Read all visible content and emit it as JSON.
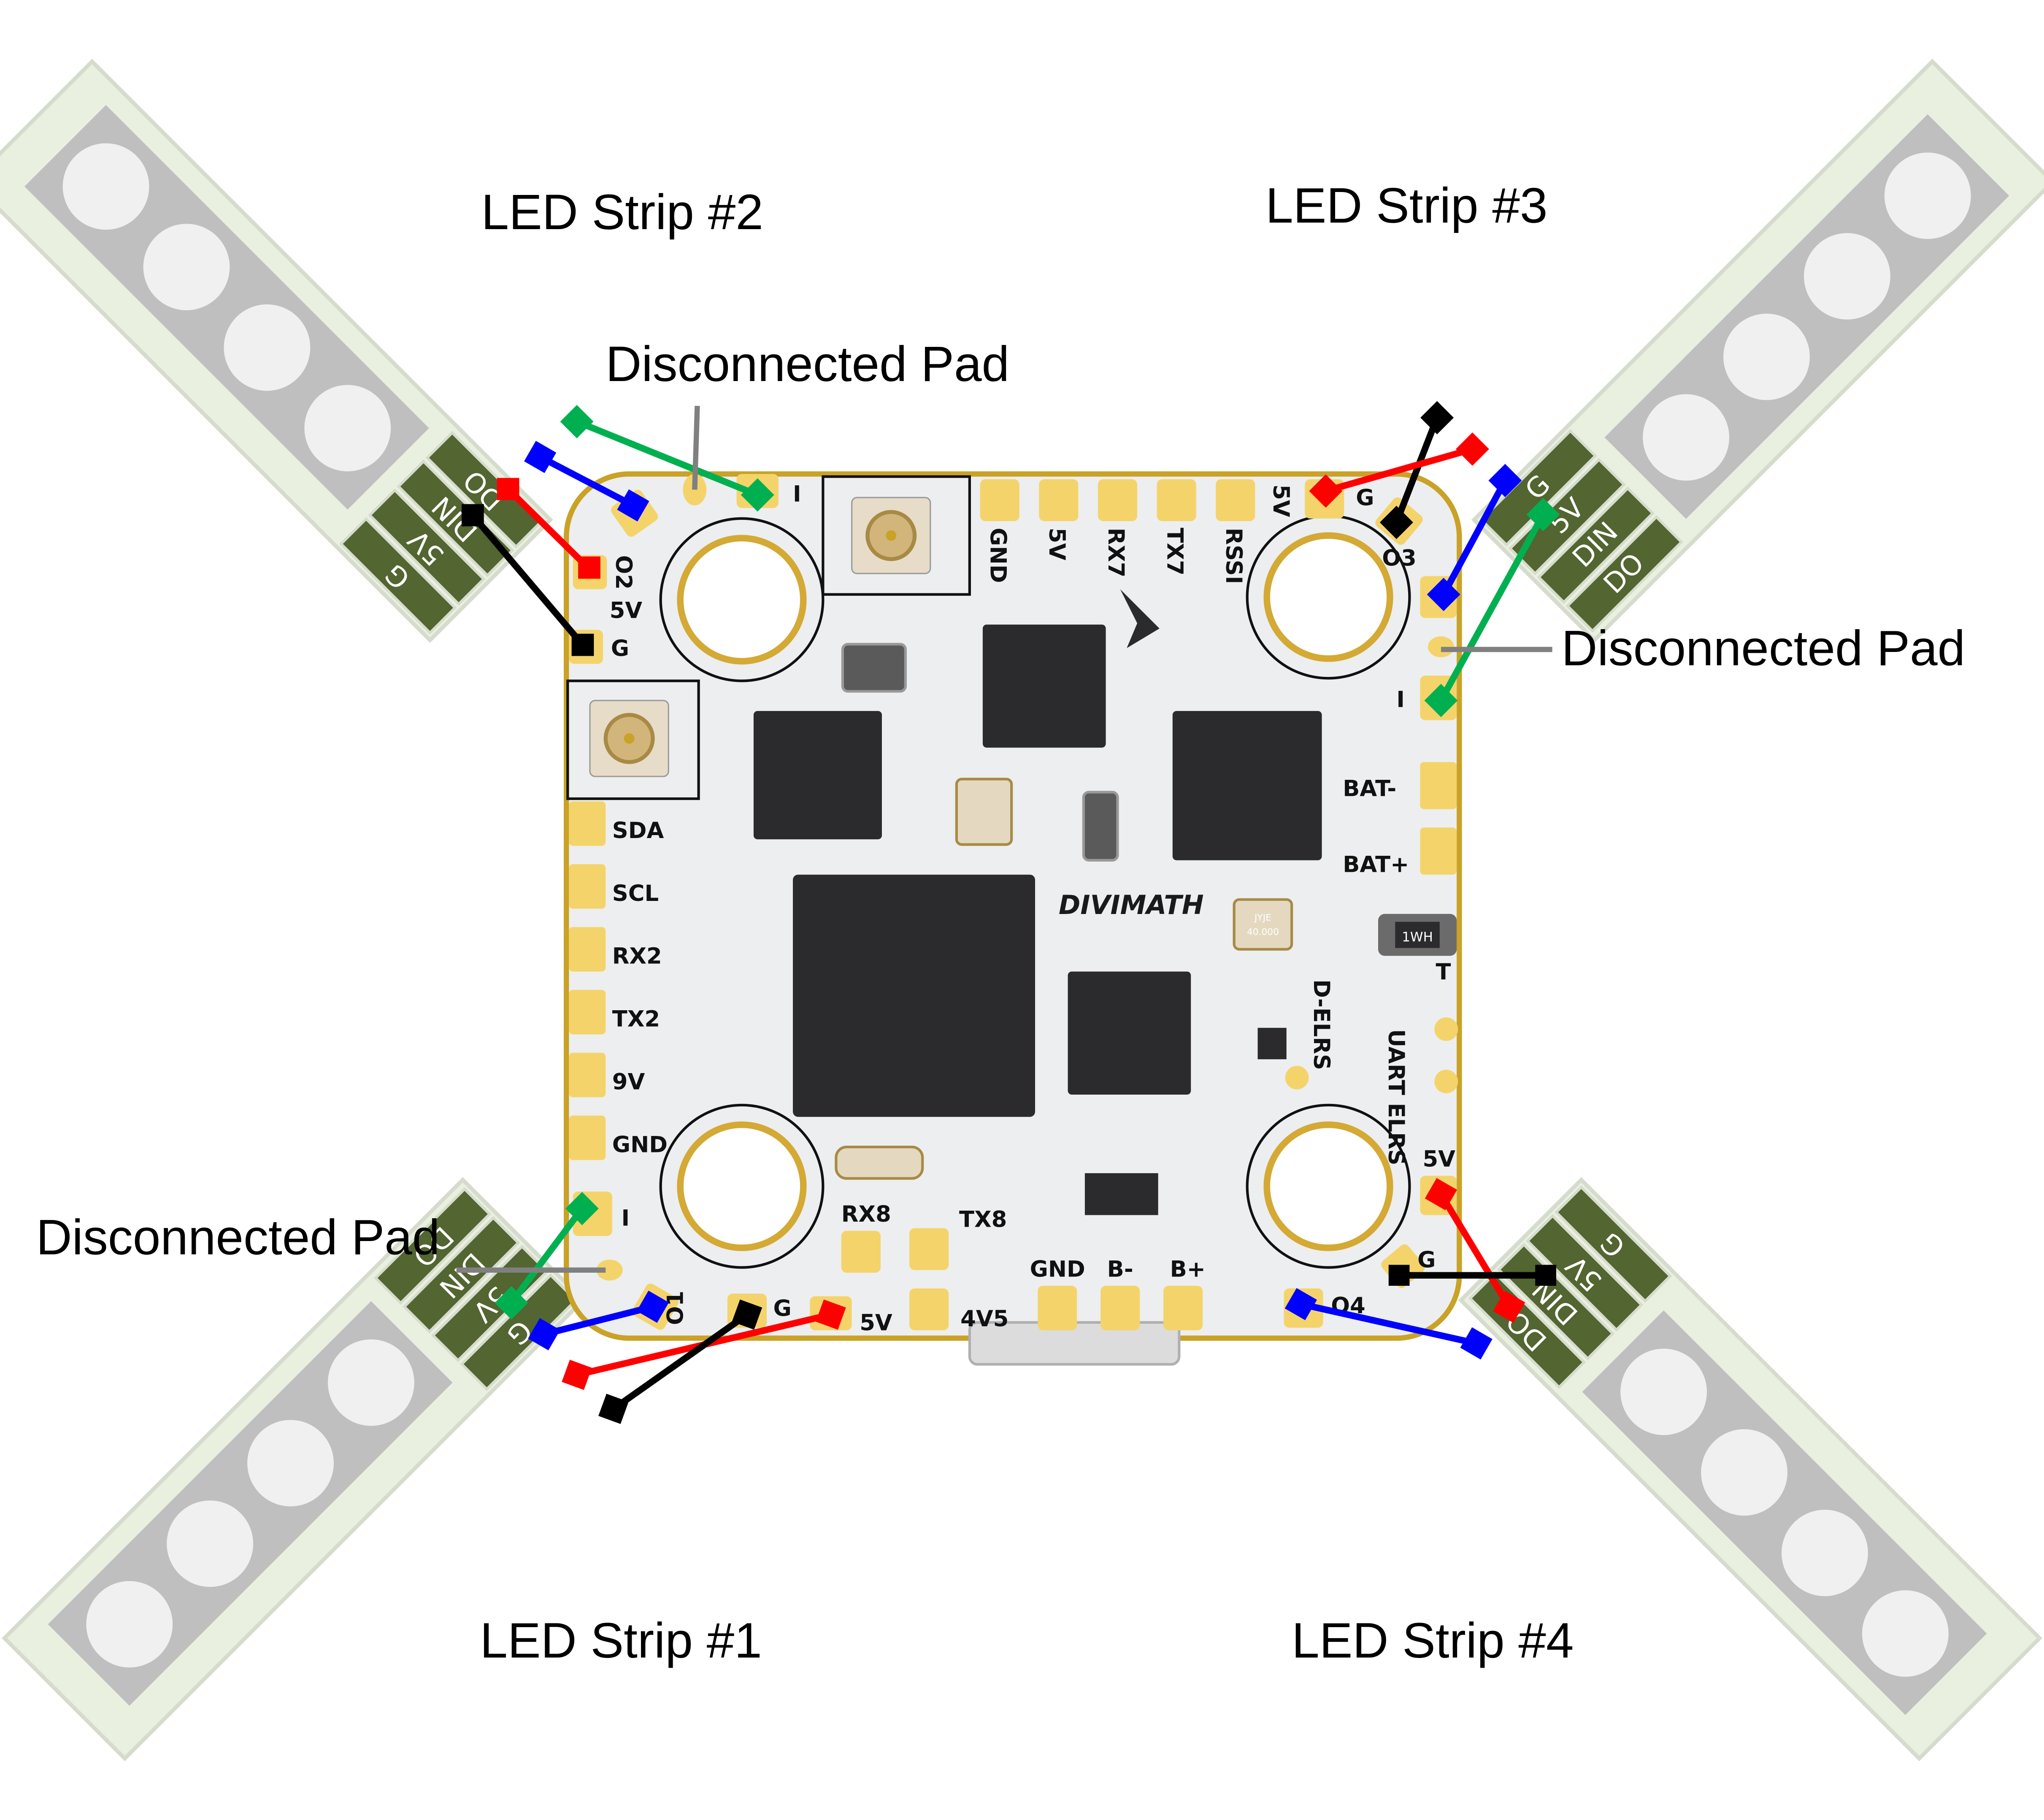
{
  "figure": {
    "colors": {
      "strip_bg": "#e9f0df",
      "strip_edge": "#d6dccd",
      "led_square": "#bfbfbf",
      "led_dot": "#f0f0f0",
      "strip_pad": "#536530",
      "board": "#eceef0",
      "gold": "#f4d46a",
      "gold_edge": "#c9a227",
      "chip": "#2b2b2e",
      "wire_data_out": "#00b050",
      "wire_data_in": "#0000ff",
      "wire_5v": "#ff0000",
      "wire_ground": "#000000",
      "callout_line": "#808080"
    },
    "strips": [
      {
        "label": "LED Strip #1",
        "pads": [
          "DO",
          "DIN",
          "5V",
          "G"
        ]
      },
      {
        "label": "LED Strip #2",
        "pads": [
          "DO",
          "DIN",
          "5V",
          "G"
        ]
      },
      {
        "label": "LED Strip #3",
        "pads": [
          "G",
          "5V",
          "DIN",
          "DO"
        ]
      },
      {
        "label": "LED Strip #4",
        "pads": [
          "G",
          "5V",
          "DIN",
          "DO"
        ]
      }
    ],
    "callouts": [
      {
        "label": "Disconnected Pad"
      },
      {
        "label": "Disconnected Pad"
      },
      {
        "label": "Disconnected Pad"
      }
    ],
    "board": {
      "brand": "DIVIMATH",
      "top_pads": [
        "GND",
        "5V",
        "RX7",
        "TX7",
        "RSSI"
      ],
      "left_pads": [
        "SDA",
        "SCL",
        "RX2",
        "TX2",
        "9V",
        "GND"
      ],
      "right_pads": [
        "BAT-",
        "BAT+"
      ],
      "bottom_pads": [
        "RX8",
        "TX8",
        "4V5",
        "GND",
        "B-",
        "B+"
      ],
      "receiver_labels": [
        "D-ELRS",
        "UART ELRS",
        "T"
      ],
      "corner_tl": [
        "I",
        "O2",
        "5V",
        "G"
      ],
      "corner_tr": [
        "5V",
        "G",
        "O3",
        "I"
      ],
      "corner_bl": [
        "I",
        "O1",
        "G",
        "5V"
      ],
      "corner_br": [
        "5V",
        "G",
        "O4"
      ],
      "crystal_text": [
        "JYJE",
        "40.000"
      ],
      "inductor_text": "1WH"
    }
  }
}
